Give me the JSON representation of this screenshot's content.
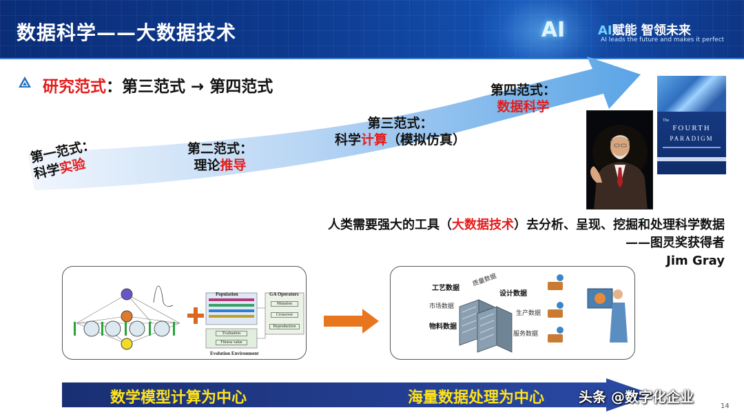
{
  "header": {
    "title": "数据科学——大数据技术",
    "ai_badge": "AI",
    "brand_ai": "AI",
    "brand_rest": "赋能 智领未来",
    "brand_sub": "AI leads the future and makes it perfect"
  },
  "subtitle": {
    "prefix": "研究范式",
    "rest": "：第三范式 → 第四范式"
  },
  "stages": [
    {
      "line1": "第一范式：",
      "line2_plain": "科学",
      "line2_red": "实验"
    },
    {
      "line1": "第二范式：",
      "line2_plain": "理论",
      "line2_red": "推导"
    },
    {
      "line1": "第三范式：",
      "line2_plain": "科学",
      "line2_red": "计算",
      "line2_suffix": "（模拟仿真）"
    },
    {
      "line1": "第四范式：",
      "line2_plain": "",
      "line2_red": "数据科学"
    }
  ],
  "book": {
    "the": "The",
    "title1": "FOURTH",
    "title2": "PARADIGM"
  },
  "quote": {
    "line1_pre": "人类需要强大的工具（",
    "line1_red": "大数据技术",
    "line1_post": "）去分析、呈现、挖掘和处理科学数据",
    "line2": "——图灵奖获得者",
    "line3": "Jim Gray"
  },
  "left_panel": {
    "population": "Population",
    "ga_operators": "GA Operators",
    "mutation": "Mutation",
    "crossover": "Crossover",
    "reproduction": "Reproduction",
    "evaluation": "Evaluation",
    "fitness": "Fitness value",
    "environment": "Evolution Environment"
  },
  "right_panel": {
    "gongyi": "工艺数据",
    "zhiliang": "质量数据",
    "sheji": "设计数据",
    "shichang": "市场数据",
    "shengchan": "生产数据",
    "wuliao": "物料数据",
    "fuwu": "服务数据"
  },
  "bottom": {
    "left": "数学模型计算为中心",
    "right": "海量数据处理为中心"
  },
  "watermark": "头条 @数字化企业",
  "page_number": "14",
  "colors": {
    "header_blue": "#0d3a8e",
    "accent_red": "#e41b1b",
    "bar_navy": "#1f3a8a",
    "bar_text_yellow": "#ffe21a",
    "arrow_orange": "#e8761f"
  }
}
